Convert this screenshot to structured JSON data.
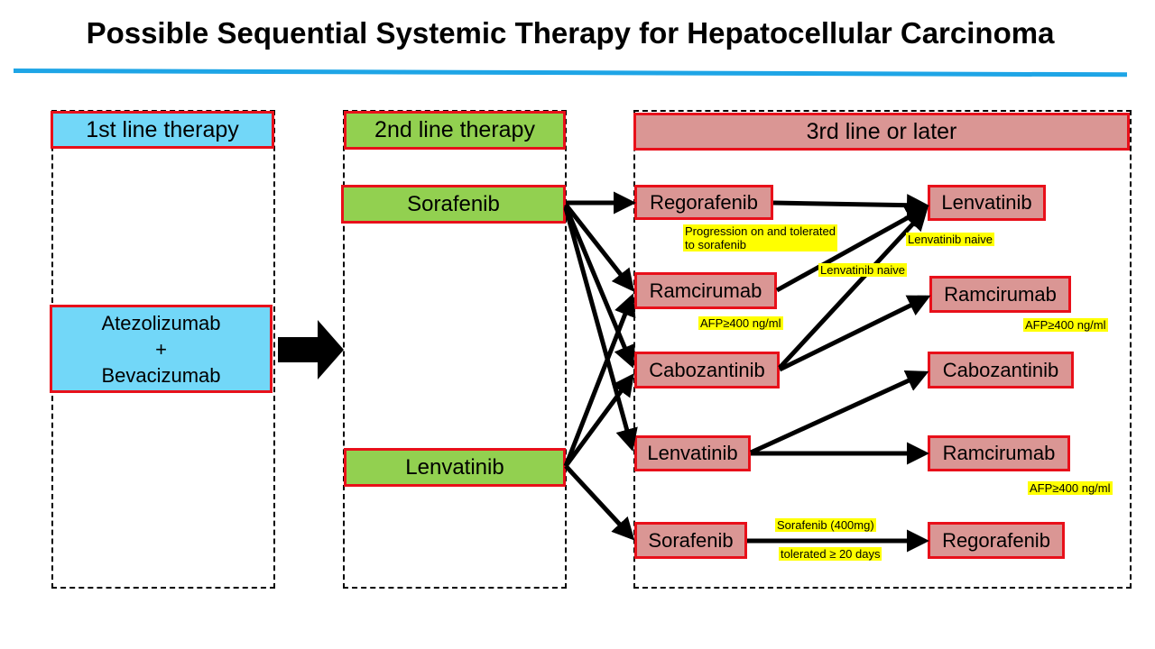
{
  "title": "Possible Sequential Systemic Therapy for Hepatocellular Carcinoma",
  "colors": {
    "rule": "#1ea5e6",
    "first_line": "#72d7f8",
    "second_line": "#92d050",
    "third_line": "#da9694",
    "border": "#e8101a",
    "note": "#ffff00"
  },
  "columns": {
    "first": {
      "header": "1st line therapy",
      "drug": {
        "line1": "Atezolizumab",
        "line2": "+",
        "line3": "Bevacizumab"
      }
    },
    "second": {
      "header": "2nd line therapy",
      "drugs": [
        "Sorafenib",
        "Lenvatinib"
      ]
    },
    "third": {
      "header": "3rd line or later",
      "left": [
        "Regorafenib",
        "Ramcirumab",
        "Cabozantinib",
        "Lenvatinib",
        "Sorafenib"
      ],
      "right": [
        "Lenvatinib",
        "Ramcirumab",
        "Cabozantinib",
        "Ramcirumab",
        "Regorafenib"
      ]
    }
  },
  "notes": {
    "regorafenib_l1": "Progression on and tolerated",
    "regorafenib_l2": "to sorafenib",
    "lenvatinib_naive_a": "Lenvatinib naive",
    "lenvatinib_naive_b": "Lenvatinib naive",
    "afp_a": "AFP≥400 ng/ml",
    "afp_b": "AFP≥400 ng/ml",
    "afp_c": "AFP≥400 ng/ml",
    "sorafenib_dose": "Sorafenib (400mg)",
    "tolerated": "tolerated ≥ 20 days"
  }
}
